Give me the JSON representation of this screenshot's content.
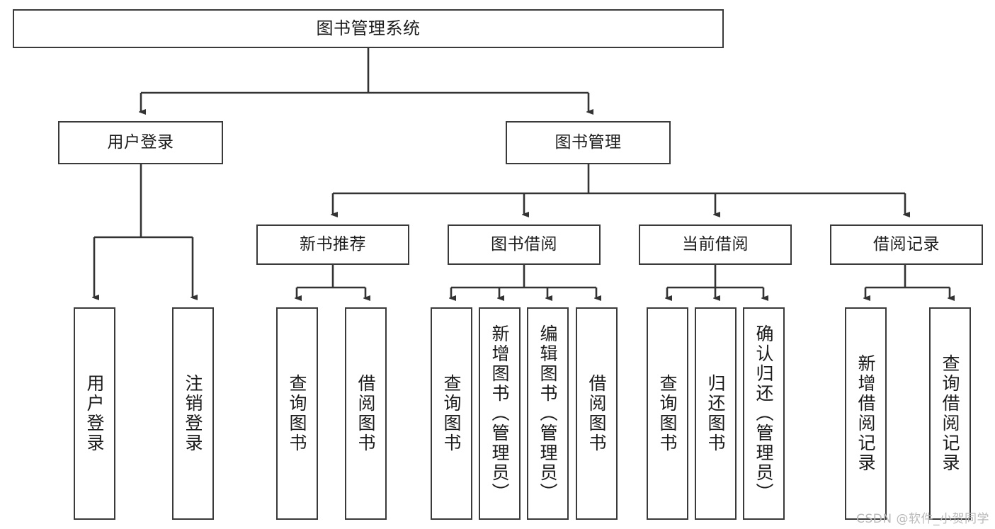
{
  "diagram": {
    "title": "图书管理系统",
    "type": "tree",
    "watermark": "CSDN @软件_小贺同学",
    "colors": {
      "box_border": "#3a3a3a",
      "box_fill": "#ffffff",
      "edge": "#333333",
      "text": "#1b1b1b",
      "watermark": "#b9b9b9"
    },
    "levels": {
      "root": {
        "label": "图书管理系统"
      },
      "level2": [
        {
          "label": "用户登录"
        },
        {
          "label": "图书管理"
        }
      ],
      "level3": [
        {
          "label": "新书推荐"
        },
        {
          "label": "图书借阅"
        },
        {
          "label": "当前借阅"
        },
        {
          "label": "借阅记录"
        }
      ],
      "leaves": {
        "user_login": [
          {
            "label": "用户登录"
          },
          {
            "label": "注销登录"
          }
        ],
        "new_book_recommend": [
          {
            "label": "查询图书"
          },
          {
            "label": "借阅图书"
          }
        ],
        "book_borrow": [
          {
            "label": "查询图书"
          },
          {
            "label": "新增图书（管理员）"
          },
          {
            "label": "编辑图书（管理员）"
          },
          {
            "label": "借阅图书"
          }
        ],
        "current_borrow": [
          {
            "label": "查询图书"
          },
          {
            "label": "归还图书"
          },
          {
            "label": "确认归还（管理员）"
          }
        ],
        "borrow_record": [
          {
            "label": "新增借阅记录"
          },
          {
            "label": "查询借阅记录"
          }
        ]
      }
    }
  }
}
